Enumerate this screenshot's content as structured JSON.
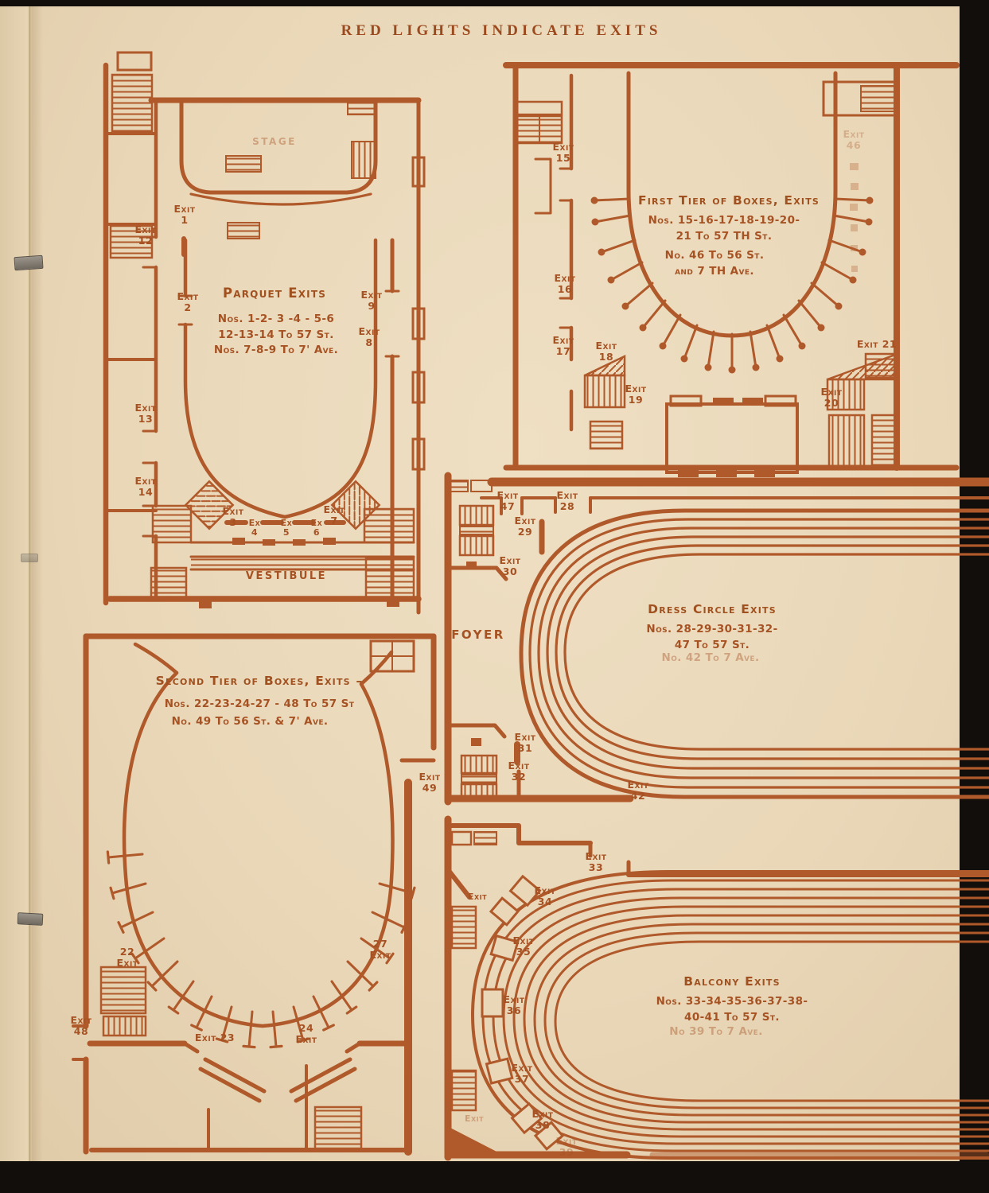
{
  "page": {
    "title": "RED LIGHTS INDICATE EXITS"
  },
  "ink_color": "#b0592a",
  "paper_color": "#e9d7b8",
  "plans": {
    "parquet": {
      "heading": "Parquet Exits",
      "sub": "Nos. 1-2- 3 -4 - 5-6\n12-13-14  To 57 St.\nNos. 7-8-9  To 7' Ave.",
      "stage_label": "STAGE",
      "vestibule_label": "VESTIBULE",
      "exits": {
        "e1": "Exit\n1",
        "e2": "Exit\n2",
        "e3": "Exit\n3",
        "e4": "Ex\n4",
        "e5": "Ex\n5",
        "e6": "Ex\n6",
        "e7": "Exit\n7",
        "e8": "Exit\n8",
        "e9": "Exit\n9",
        "e12": "Exit\n12",
        "e13": "Exit\n13",
        "e14": "Exit\n14"
      }
    },
    "first_tier": {
      "heading": "First Tier of Boxes, Exits",
      "sub": "Nos. 15-16-17-18-19-20-\n21 To 57 TH St.",
      "sub2": "No.  46 To 56 St.\nand 7 TH Ave.",
      "exits": {
        "e15": "Exit\n15",
        "e16": "Exit\n16",
        "e17": "Exit\n17",
        "e18": "Exit\n18",
        "e19": "Exit\n19",
        "e20": "Exit\n20",
        "e21": "Exit 21",
        "e46": "Exit\n46"
      }
    },
    "dress_circle": {
      "heading": "Dress Circle Exits",
      "sub": "Nos. 28-29-30-31-32-\n47 To 57 St.",
      "sub_faded": "No. 42 To 7 Ave.",
      "foyer_label": "FOYER",
      "exits": {
        "e28": "Exit\n28",
        "e29": "Exit\n29",
        "e30": "Exit\n30",
        "e31": "Exit\n31",
        "e32": "Exit\n32",
        "e42": "Exit\n42",
        "e47": "Exit\n47"
      }
    },
    "second_tier": {
      "heading": "Second Tier of Boxes, Exits –",
      "sub": "Nos. 22-23-24-27 - 48 To 57 St",
      "sub2": "No.  49 To 56 St. & 7' Ave.",
      "exits": {
        "e22": "22\nExit",
        "e23": "Exit 23",
        "e24": "24\nExit",
        "e27": "27\nExit",
        "e48": "Exit\n48",
        "e49": "Exit\n49"
      }
    },
    "balcony": {
      "heading": "Balcony Exits",
      "sub": "Nos. 33-34-35-36-37-38-\n40-41 To 57 St.",
      "sub_faded": "No 39 To 7 Ave.",
      "exits": {
        "e33": "Exit\n33",
        "e34": "Exit\n34",
        "e35": "Exit\n35",
        "e36": "Exit\n36",
        "e37": "Exit\n37",
        "e38": "Exit\n38",
        "e39": "Exit\n39",
        "side": "Exit",
        "bottom": "Exit"
      }
    }
  }
}
